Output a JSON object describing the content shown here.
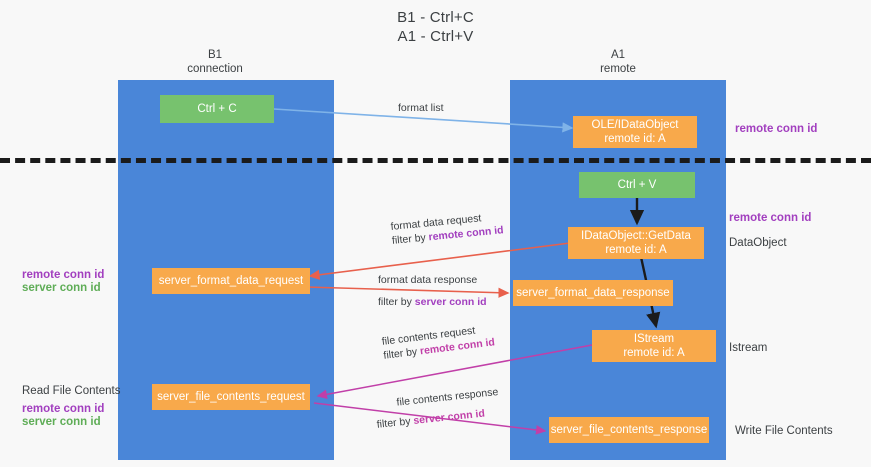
{
  "title": {
    "line1": "B1 - Ctrl+C",
    "line2": "A1 - Ctrl+V"
  },
  "columns": [
    {
      "name": "B1",
      "sub": "connection"
    },
    {
      "name": "A1",
      "sub": "remote"
    }
  ],
  "colors": {
    "lane": "#4a86d8",
    "box_green": "#77c26e",
    "box_orange": "#f8a94b",
    "accent_purple": "#a23fbf",
    "accent_green": "#5fad57",
    "accent_magenta": "#c13fa8",
    "arrow_blue": "#7fb3e8",
    "arrow_red": "#e8604c",
    "arrow_black": "#1b1b1b",
    "separator": "#1b1b1b"
  },
  "nodes": {
    "ctrl_c": {
      "label": "Ctrl + C"
    },
    "ctrl_v": {
      "label": "Ctrl + V"
    },
    "idataobject": {
      "line1": "OLE/IDataObject",
      "line2": "remote id: A"
    },
    "getdata": {
      "line1": "IDataObject::GetData",
      "line2": "remote id: A"
    },
    "istream": {
      "line1": "IStream",
      "line2": "remote id: A"
    },
    "server_format_data_request": {
      "label": "server_format_data_request"
    },
    "server_format_data_response": {
      "label": "server_format_data_response"
    },
    "server_file_contents_request": {
      "label": "server_file_contents_request"
    },
    "server_file_contents_response": {
      "label": "server_file_contents_response"
    }
  },
  "edges": {
    "format_list": {
      "line1": "format list"
    },
    "format_data_request": {
      "line1": "format data request",
      "prefix": "filter by ",
      "highlight": "remote conn id"
    },
    "format_data_response": {
      "line1": "format data response",
      "prefix": "filter by ",
      "highlight": "server conn id"
    },
    "file_contents_request": {
      "line1": "file contents request",
      "prefix": "filter by ",
      "highlight": "remote conn id"
    },
    "file_contents_response": {
      "line1": "file contents response",
      "prefix": "filter by ",
      "highlight": "server conn id"
    }
  },
  "side_labels": {
    "right_remote_conn_id_top": "remote conn id",
    "right_remote_conn_id_mid": "remote conn id",
    "right_dataobject": "DataObject",
    "right_istream": "Istream",
    "right_write_file_contents": "Write File Contents",
    "left_remote_conn_id_mid": "remote conn id",
    "left_server_conn_id_mid": "server conn id",
    "left_read_file_contents": "Read File Contents",
    "left_remote_conn_id_bottom": "remote conn id",
    "left_server_conn_id_bottom": "server conn id"
  }
}
